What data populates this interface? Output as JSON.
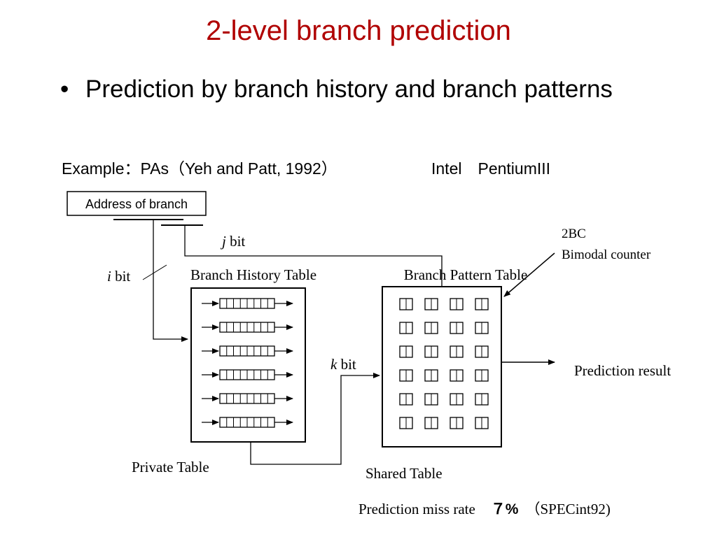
{
  "title": "2-level branch prediction",
  "bullet": {
    "marker": "•",
    "text": "Prediction by branch history and branch patterns"
  },
  "example": {
    "prefix": "Example：",
    "scheme": "PAs（Yeh and Patt, 1992）",
    "cpu": "Intel　PentiumIII"
  },
  "diagram": {
    "address_box_label": "Address of branch",
    "i_bit": {
      "var": "i",
      "unit": " bit"
    },
    "j_bit": {
      "var": "j",
      "unit": " bit"
    },
    "k_bit": {
      "var": "k",
      "unit": " bit"
    },
    "bht_title": "Branch History Table",
    "bpt_title": "Branch Pattern Table",
    "counter_note_line1": "2BC",
    "counter_note_line2": "Bimodal counter",
    "prediction_result": "Prediction result",
    "private_table": "Private Table",
    "shared_table": "Shared Table"
  },
  "footer": {
    "label": "Prediction miss rate",
    "value": "７%",
    "benchmark": "（SPECint92)"
  },
  "colors": {
    "title": "#b00000",
    "text": "#000000"
  }
}
